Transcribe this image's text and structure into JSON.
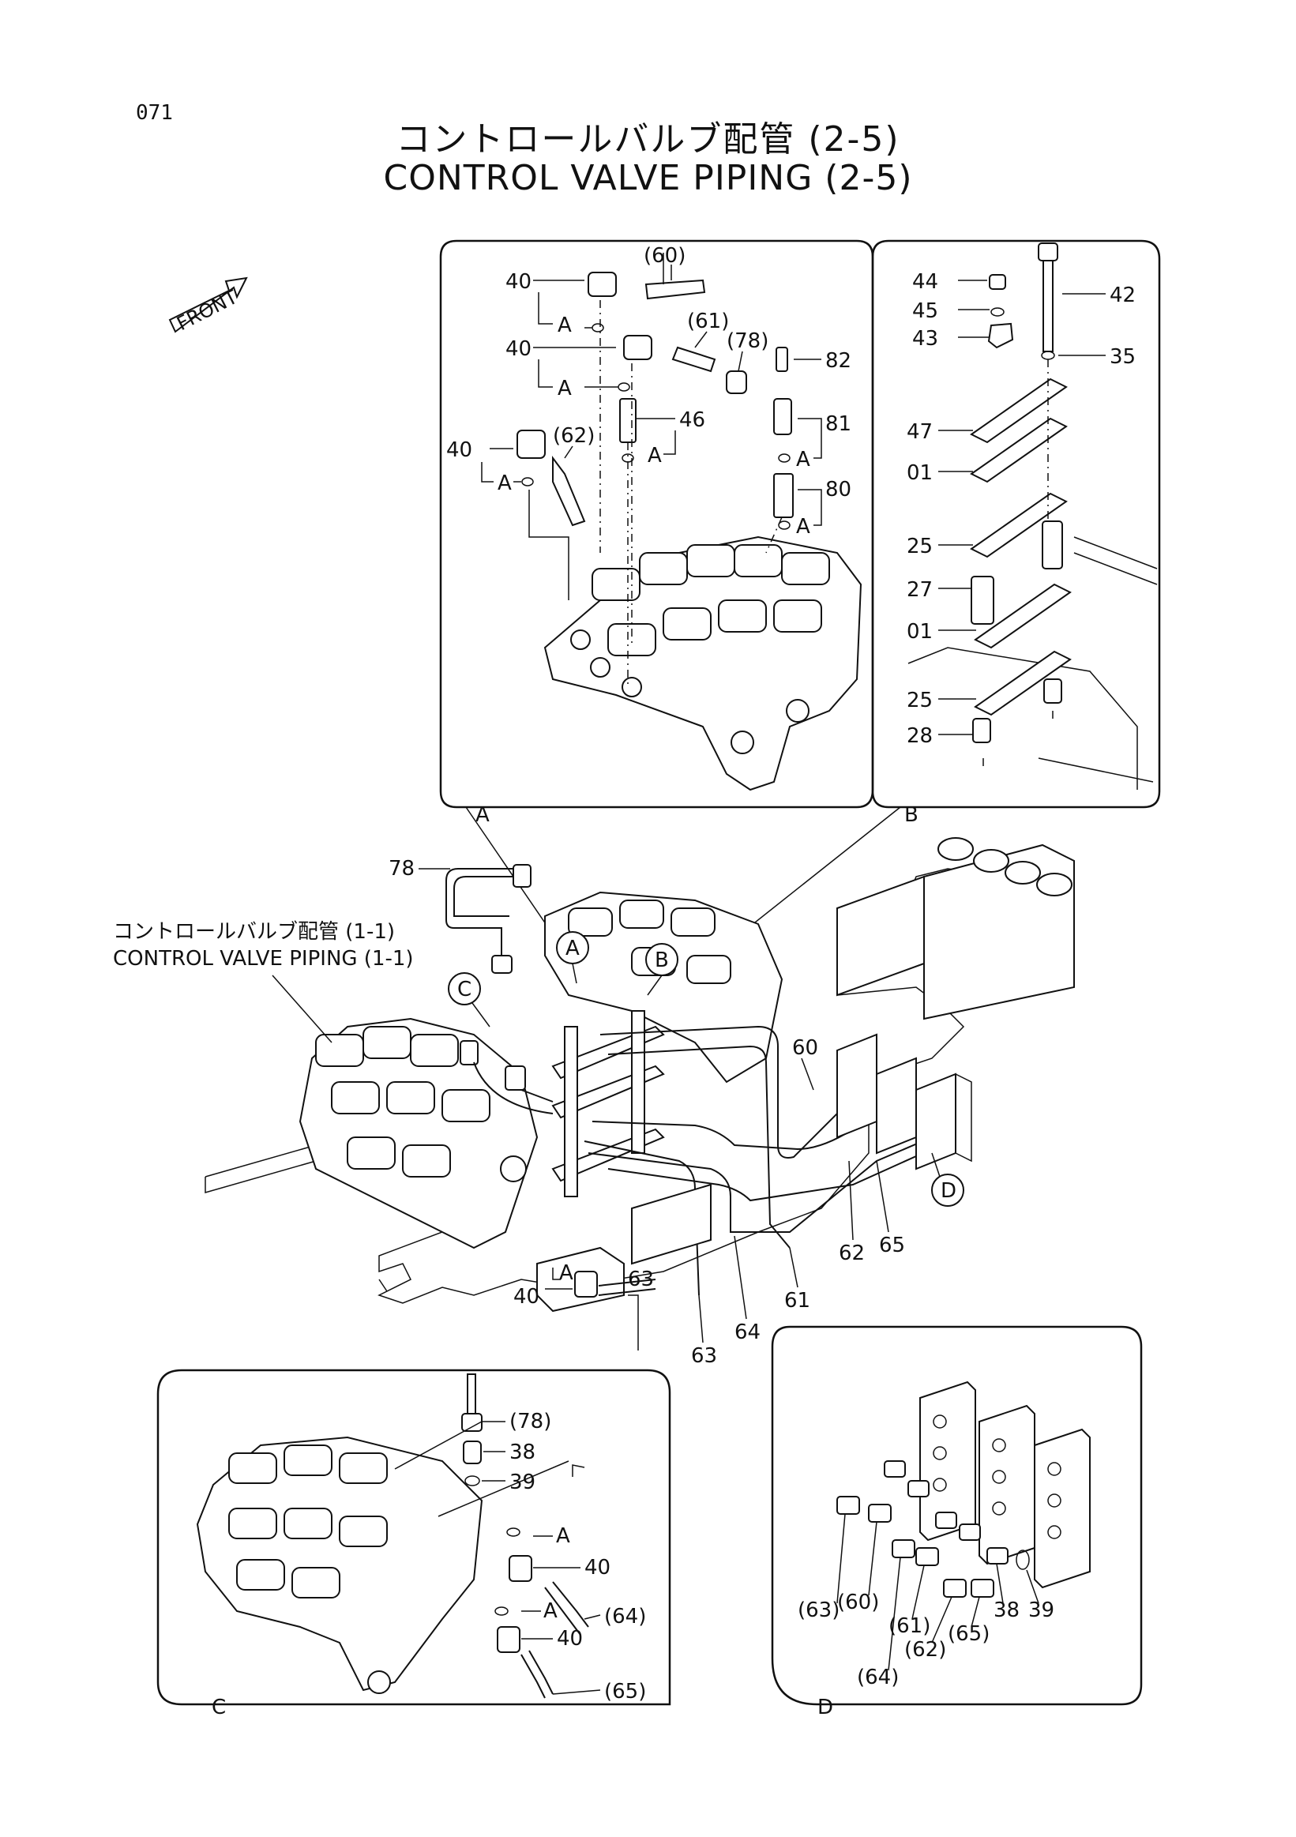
{
  "page_number": "071",
  "title_jp": "コントロールバルブ配管 (2-5)",
  "title_en": "CONTROL VALVE PIPING (2-5)",
  "front_label": "FRONT",
  "reference_jp": "コントロールバルブ配管 (1-1)",
  "reference_en": "CONTROL VALVE PIPING (1-1)",
  "detail_labels": {
    "a": "A",
    "b": "B",
    "c": "C",
    "d": "D"
  },
  "panel_a": {
    "p60": "(60)",
    "p61": "(61)",
    "p62": "(62)",
    "p78": "(78)",
    "p40a": "40",
    "p40b": "40",
    "p40c": "40",
    "pA1": "A",
    "pA2": "A",
    "pA3": "A",
    "pA4": "A",
    "pA5": "A",
    "pA6": "A",
    "p46": "46",
    "p80": "80",
    "p81": "81",
    "p82": "82"
  },
  "panel_b": {
    "p44": "44",
    "p45": "45",
    "p43": "43",
    "p42": "42",
    "p35": "35",
    "p47": "47",
    "p01a": "01",
    "p25a": "25",
    "p27": "27",
    "p01b": "01",
    "p25b": "25",
    "p28": "28"
  },
  "main": {
    "p78": "78",
    "p60": "60",
    "p65": "65",
    "p62": "62",
    "p61": "61",
    "p64": "64",
    "p63": "63"
  },
  "panel_c": {
    "p78": "(78)",
    "p38": "38",
    "p39": "39",
    "p63": "63",
    "p40a": "40",
    "p40b": "40",
    "p40c": "40",
    "pA1": "A",
    "pA2": "A",
    "pA3": "A",
    "p64": "(64)",
    "p65": "(65)"
  },
  "panel_d": {
    "p63": "(63)",
    "p60": "(60)",
    "p64": "(64)",
    "p61": "(61)",
    "p62": "(62)",
    "p65": "(65)",
    "p38": "38",
    "p39": "39"
  }
}
